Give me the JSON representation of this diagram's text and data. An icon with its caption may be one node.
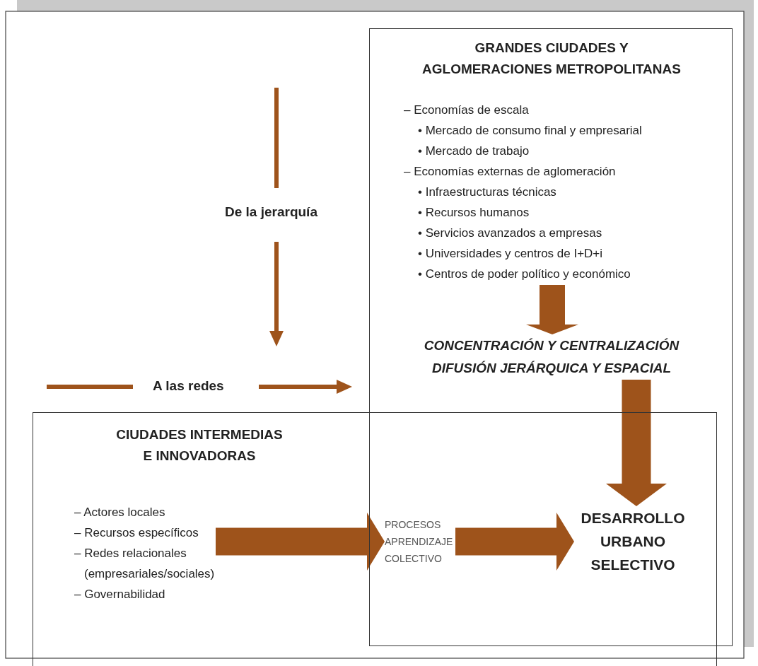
{
  "diagram": {
    "nodes": [
      {
        "text": [
          "GRANDES CIUDADES Y AGLOMERACIONES METROPOLITANAS"
        ]
      },
      {
        "text": [
          "– Economías de escala",
          "• Mercado de consumo final y empresarial",
          "• Mercado de trabajo",
          "– Economías externas de aglomeración",
          "• Infraestructuras técnicas",
          "• Recursos humanos",
          "• Servicios avanzados a empresas",
          "• Universidades y centros de I+D+i",
          "• Centros de poder político y económico"
        ],
        "in": 0
      },
      {
        "text": [
          "CONCENTRACIÓN Y CENTRALIZACIÓN DIFUSIÓN JERÁRQUICA Y ESPACIAL"
        ],
        "in": 0
      },
      {
        "text": [
          "CIUDADES INTERMEDIAS E INNOVADORAS"
        ]
      },
      {
        "text": [
          "– Actores locales",
          "– Recursos específicos",
          "– Redes relacionales (empresariales/sociales)",
          "– Governabilidad"
        ],
        "in": 3
      },
      {
        "text": [
          "PROCESOS APRENDIZAJE COLECTIVO"
        ]
      },
      {
        "text": [
          "DESARROLLO URBANO SELECTIVO"
        ]
      }
    ],
    "edges": [
      {
        "from": 1,
        "to": 2,
        "arrow": "to"
      },
      {
        "from": 2,
        "to": 6,
        "arrow": "to"
      },
      {
        "from": 4,
        "to": 5,
        "arrow": "to"
      },
      {
        "from": 5,
        "to": 6,
        "arrow": "to"
      }
    ],
    "labels": [
      "De la jerarquía",
      "A las redes"
    ]
  }
}
